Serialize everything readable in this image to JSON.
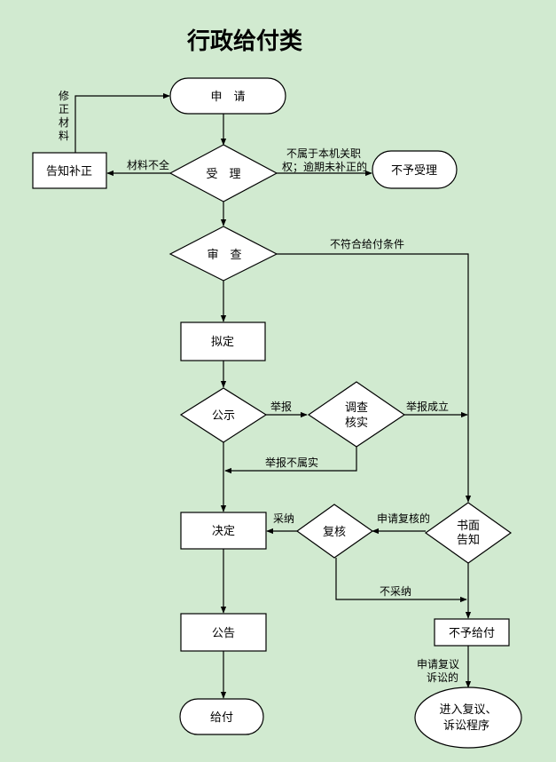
{
  "title": "行政给付类",
  "nodes": {
    "apply": "申　请",
    "notify_correct": "告知补正",
    "accept": "受　理",
    "reject_accept": "不予受理",
    "review": "审　查",
    "draft": "拟定",
    "publicize": "公示",
    "investigate_line1": "调查",
    "investigate_line2": "核实",
    "decide": "决定",
    "recheck": "复核",
    "written_notice_line1": "书面",
    "written_notice_line2": "告知",
    "announce": "公告",
    "no_payment": "不予给付",
    "pay": "给付",
    "appeal_line1": "进入复议、",
    "appeal_line2": "诉讼程序"
  },
  "edges": {
    "revise_1": "修",
    "revise_2": "正",
    "revise_3": "材",
    "revise_4": "料",
    "incomplete": "材料不全",
    "not_jurisdiction_line1": "不属于本机关职",
    "not_jurisdiction_line2": "权；逾期未补正的",
    "not_qualified": "不符合给付条件",
    "report": "举报",
    "report_valid": "举报成立",
    "report_invalid": "举报不属实",
    "accept_adopt": "采纳",
    "apply_recheck": "申请复核的",
    "not_adopt": "不采纳",
    "apply_appeal_line1": "申请复议",
    "apply_appeal_line2": "诉讼的"
  }
}
